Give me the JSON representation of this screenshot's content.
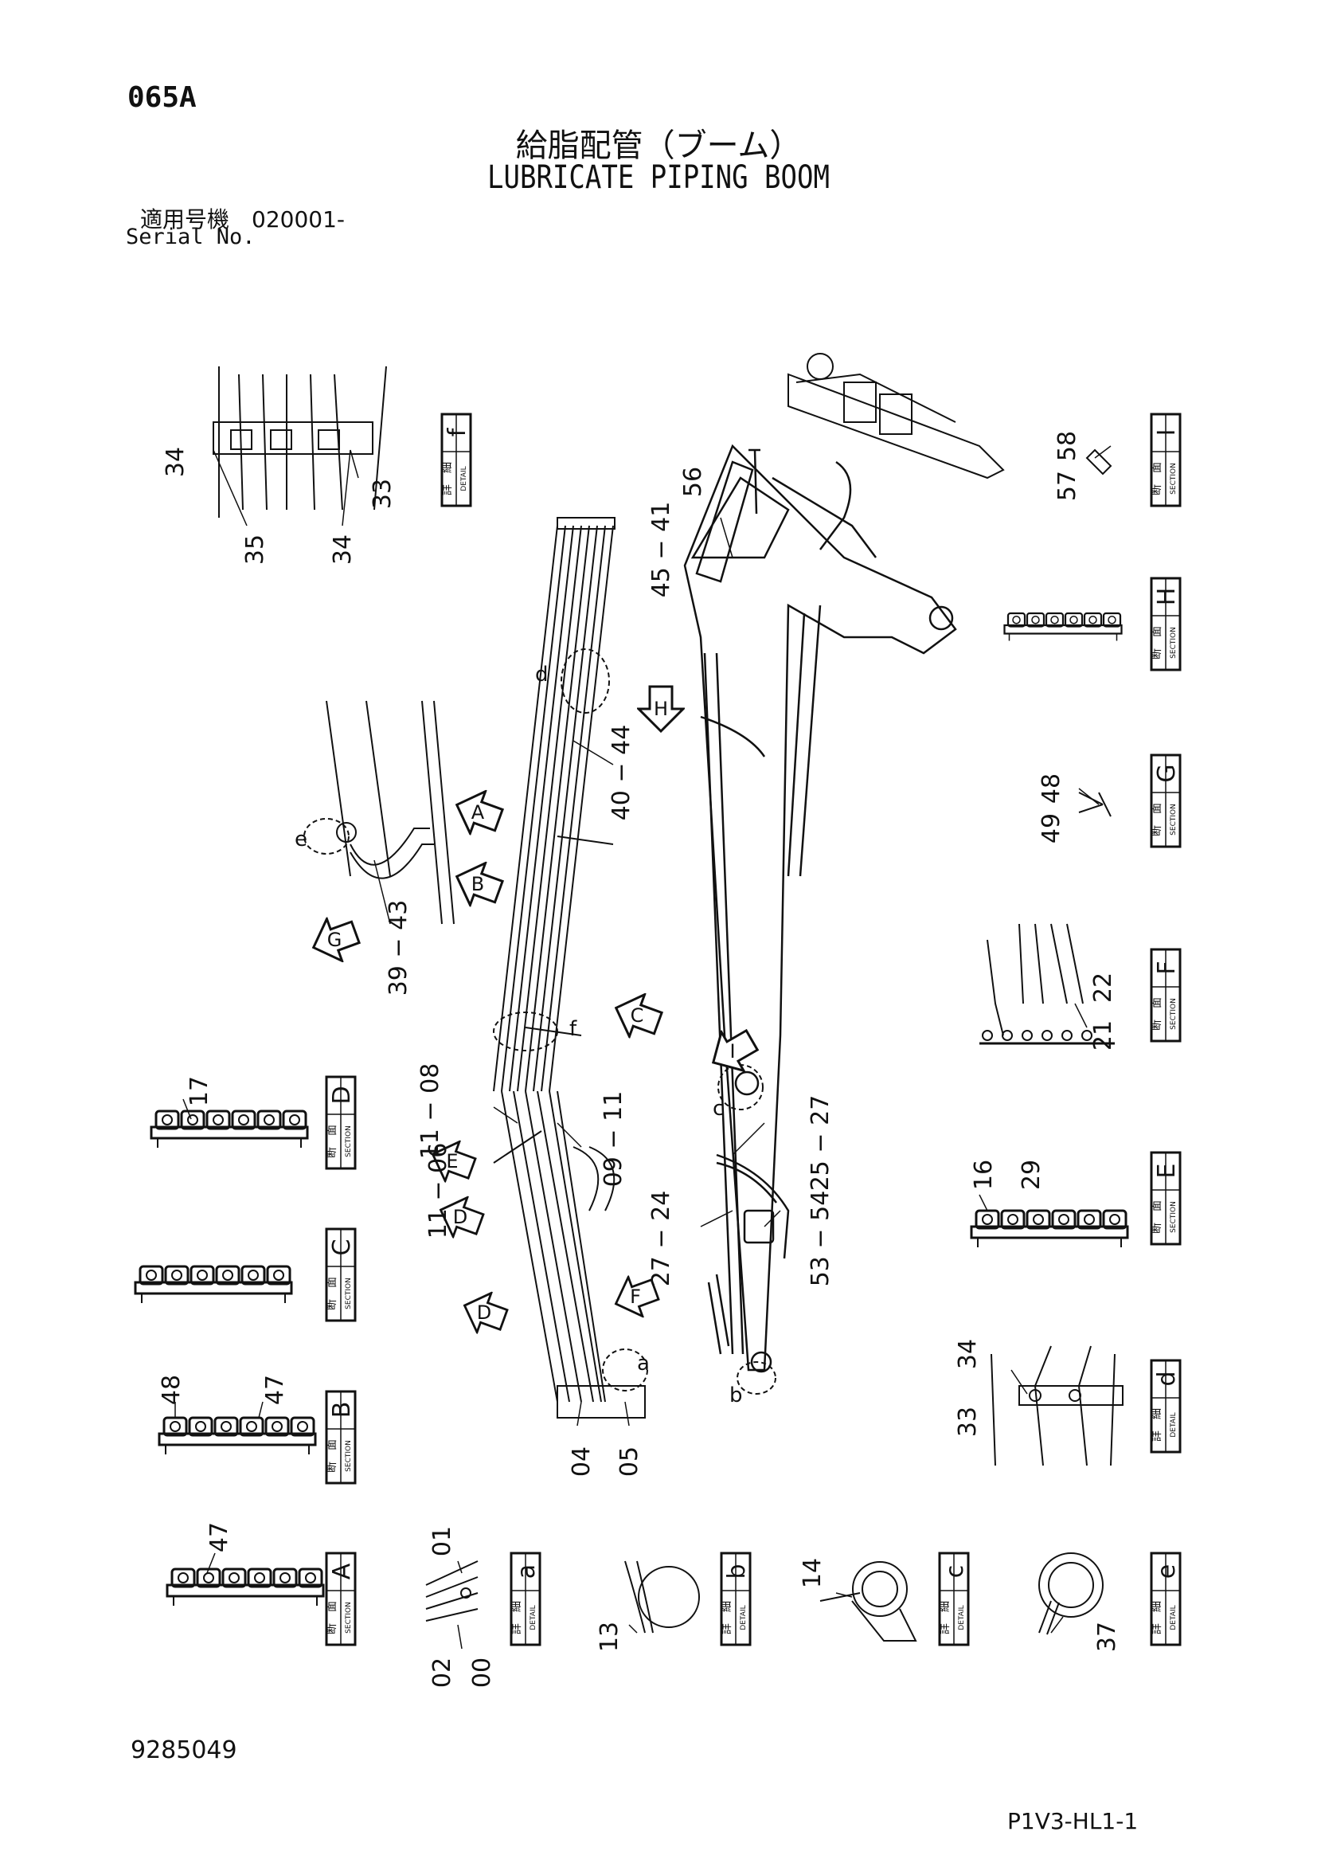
{
  "header": {
    "page_code": "065A",
    "title_ja": "給脂配管（ブーム）",
    "title_en": "LUBRICATE PIPING BOOM",
    "serial_ja": "適用号機　020001-",
    "serial_en": "Serial No."
  },
  "footer": {
    "doc_number": "9285049",
    "sheet_code": "P1V3-HL1-1"
  },
  "tags": {
    "kanji_section": "断　面",
    "kanji_detail": "詳　細",
    "en_section": "SECTION",
    "en_detail": "DETAIL",
    "f": "f",
    "I": "I",
    "H": "H",
    "G": "G",
    "F": "F",
    "D": "D",
    "E": "E",
    "C": "C",
    "d": "d",
    "B": "B",
    "A": "A",
    "a": "a",
    "b": "b",
    "c": "c",
    "e": "e"
  },
  "view_arrows": {
    "H": "H",
    "A": "A",
    "B": "B",
    "G": "G",
    "C": "C",
    "I": "I",
    "E": "E",
    "D1": "D",
    "D2": "D",
    "F": "F"
  },
  "callouts": {
    "d": "d",
    "e": "e",
    "f": "f",
    "c": "c",
    "a": "a",
    "b": "b"
  },
  "part_labels": {
    "p34a": "34",
    "p35": "35",
    "p34b": "34",
    "p33a": "33",
    "p56": "56",
    "p45_41": "45 − 41",
    "p58": "58",
    "p57": "57",
    "p40_44": "40 − 44",
    "p48a": "48",
    "p49": "49",
    "p39_43": "39 − 43",
    "p22": "22",
    "p21": "21",
    "p17": "17",
    "p11_08": "11 − 08",
    "p09_11": "09 − 11",
    "p11_06": "11 − 06",
    "p25_27": "25 − 27",
    "p16": "16",
    "p29": "29",
    "p27_24": "27 − 24",
    "p53_54": "53 − 54",
    "p34c": "34",
    "p33b": "33",
    "p48b": "48",
    "p47a": "47",
    "p04": "04",
    "p05": "05",
    "p47b": "47",
    "p01": "01",
    "p02": "02",
    "p00": "00",
    "p13": "13",
    "p14": "14",
    "p37": "37"
  }
}
